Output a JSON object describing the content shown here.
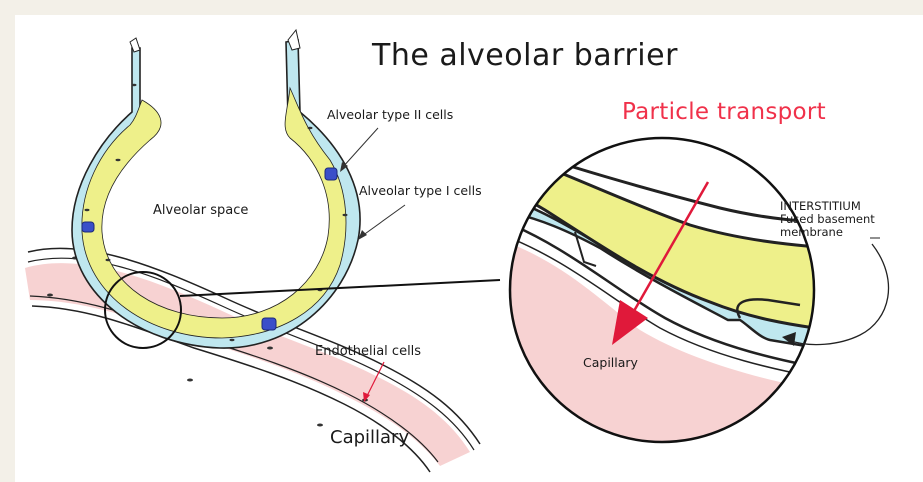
{
  "title": "The alveolar barrier",
  "subtitle": "Particle transport",
  "labels": {
    "alveolar_type_ii": "Alveolar type II cells",
    "alveolar_type_i": "Alveolar type I cells",
    "alveolar_space": "Alveolar space",
    "endothelial_cells": "Endothelial cells",
    "capillary": "Capillary",
    "capillary_zoom": "Capillary",
    "interstitium": "INTERSTITIUM",
    "fused_basement": "Fused basement",
    "membrane": "membrane"
  },
  "colors": {
    "background": "#f3f0e8",
    "surfactant_yellow": "#eef08a",
    "epithelium_blue": "#bfe7ef",
    "capillary_pink": "#f7d2d2",
    "type2_cell": "#3a4fc9",
    "transport_arrow": "#e0193a",
    "title_red": "#f0314a"
  }
}
